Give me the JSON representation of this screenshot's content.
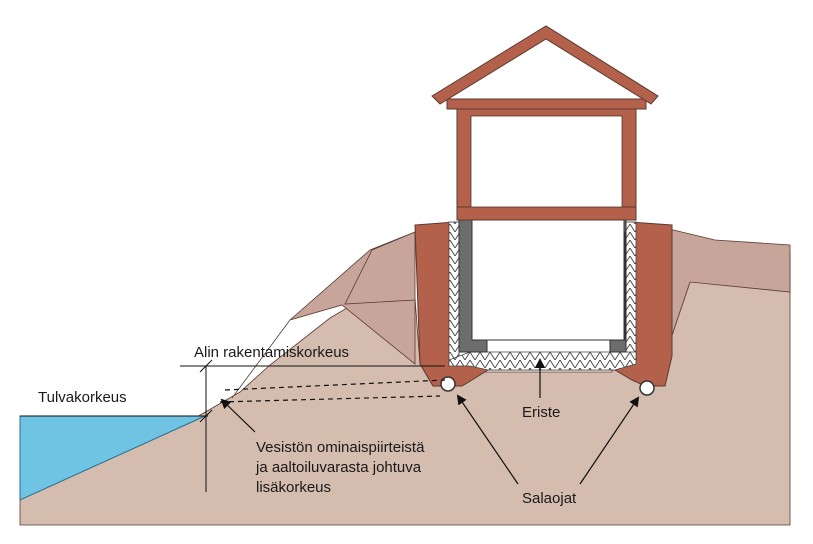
{
  "labels": {
    "lowest_building_level": "Alin rakentamiskorkeus",
    "flood_level": "Tulvakorkeus",
    "extra_height": [
      "Vesistön ominaispiirteistä",
      "ja aaltoiluvarasta johtuva",
      "lisäkorkeus"
    ],
    "insulation": "Eriste",
    "drains": "Salaojat"
  },
  "colors": {
    "ground": "#d4bcae",
    "fill_soil": "#c8a59a",
    "foundation": "#b4614c",
    "outline": "#5a3a30",
    "water": "#6fc3e3",
    "wall_insulation": "#6d6d6d"
  }
}
